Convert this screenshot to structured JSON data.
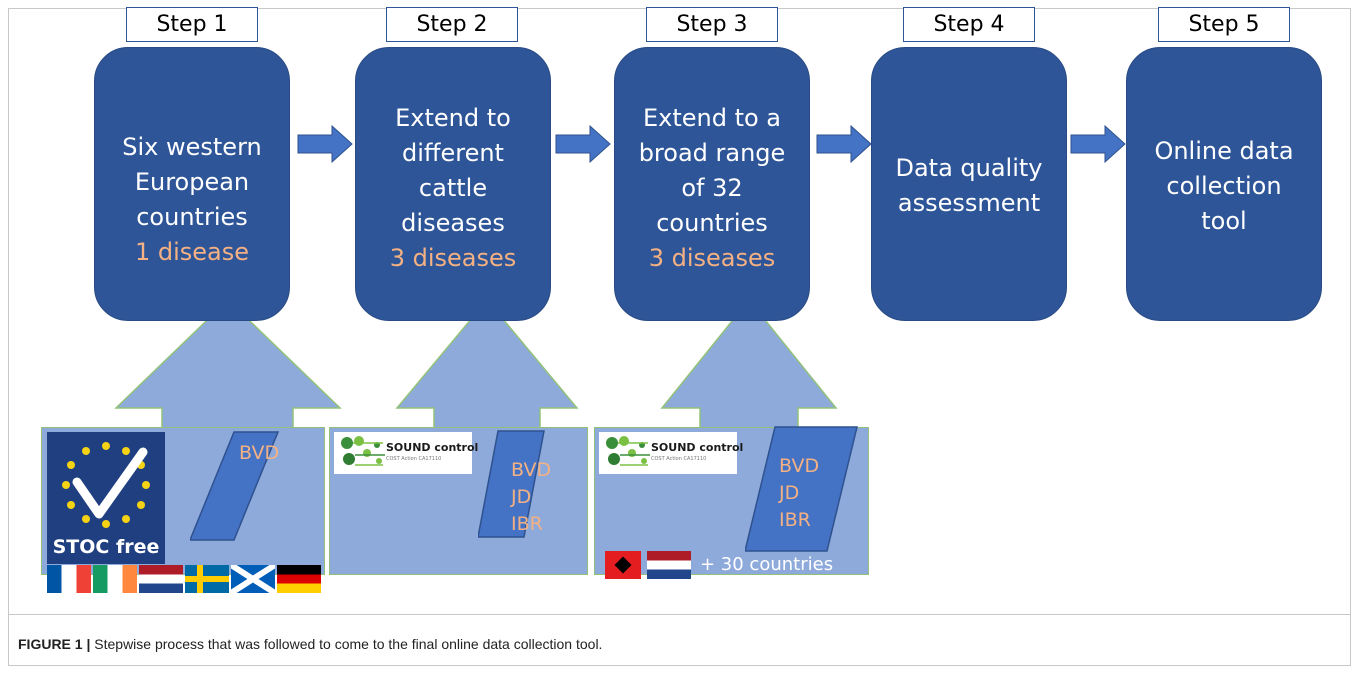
{
  "steps": [
    {
      "tab": "Step 1",
      "lines": [
        "Six western",
        "European",
        "countries"
      ],
      "disease": "1 disease"
    },
    {
      "tab": "Step 2",
      "lines": [
        "Extend to",
        "different",
        "cattle",
        "diseases"
      ],
      "disease": "3 diseases"
    },
    {
      "tab": "Step 3",
      "lines": [
        "Extend to a",
        "broad range",
        "of 32",
        "countries"
      ],
      "disease": "3 diseases"
    },
    {
      "tab": "Step 4",
      "lines": [
        "Data quality",
        "assessment"
      ],
      "disease": ""
    },
    {
      "tab": "Step 5",
      "lines": [
        "Online data",
        "collection",
        "tool"
      ],
      "disease": ""
    }
  ],
  "panels": [
    {
      "diseases": [
        "BVD"
      ],
      "logo": "STOC free",
      "flags": [
        "France",
        "Ireland",
        "Netherlands",
        "Sweden",
        "Scotland",
        "Germany"
      ]
    },
    {
      "diseases": [
        "BVD",
        "JD",
        "IBR"
      ],
      "logo": "SOUND control",
      "logo_sub": "COST Action CA17110"
    },
    {
      "diseases": [
        "BVD",
        "JD",
        "IBR"
      ],
      "logo": "SOUND control",
      "logo_sub": "COST Action CA17110",
      "flags": [
        "Albania",
        "Netherlands"
      ],
      "extra": "+ 30 countries"
    }
  ],
  "caption": {
    "label": "FIGURE 1 |",
    "text": " Stepwise process that was followed to come to the final online data collection tool."
  },
  "colors": {
    "step_fill": "#2e5597",
    "panel_fill": "#8eaadb",
    "disease_text": "#f4b183"
  }
}
